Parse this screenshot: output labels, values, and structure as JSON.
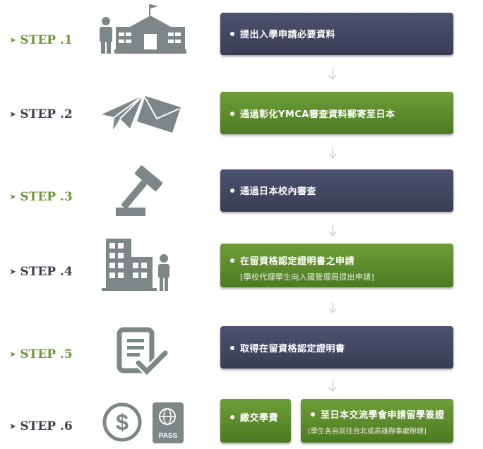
{
  "steps": [
    {
      "label": "STEP .1",
      "color": "#6b9a37",
      "icon": "school-building-icon",
      "box": {
        "text": "提出入學申請必要資料",
        "style": "navy"
      }
    },
    {
      "label": "STEP .2",
      "color": "#3d4251",
      "icon": "mail-send-icon",
      "box": {
        "text": "通過彰化YMCA審查資料郵寄至日本",
        "style": "green"
      }
    },
    {
      "label": "STEP .3",
      "color": "#6b9a37",
      "icon": "gavel-icon",
      "box": {
        "text": "通過日本校內審查",
        "style": "navy"
      }
    },
    {
      "label": "STEP .4",
      "color": "#3d4251",
      "icon": "office-building-icon",
      "box": {
        "text": "在留資格認定證明書之申請",
        "sub": "[學校代理學生向入國管理局提出申請]",
        "style": "green"
      }
    },
    {
      "label": "STEP .5",
      "color": "#6b9a37",
      "icon": "document-check-icon",
      "box": {
        "text": "取得在留資格認定證明書",
        "style": "navy"
      }
    },
    {
      "label": "STEP .6",
      "color": "#3d4251",
      "icon": "dollar-passport-icon",
      "boxes": [
        {
          "text": "繳交學費",
          "style": "green"
        },
        {
          "text": "至日本交流學會申請留學簽證",
          "sub": "[學生各自前往台北或高雄辦事處辦理]",
          "style": "green"
        }
      ]
    }
  ],
  "passport_label": "PASS",
  "colors": {
    "navy": "#41465f",
    "green": "#5f8c2d",
    "icon_gray": "#7d8787",
    "arrow_gray": "#c8c8c8"
  }
}
